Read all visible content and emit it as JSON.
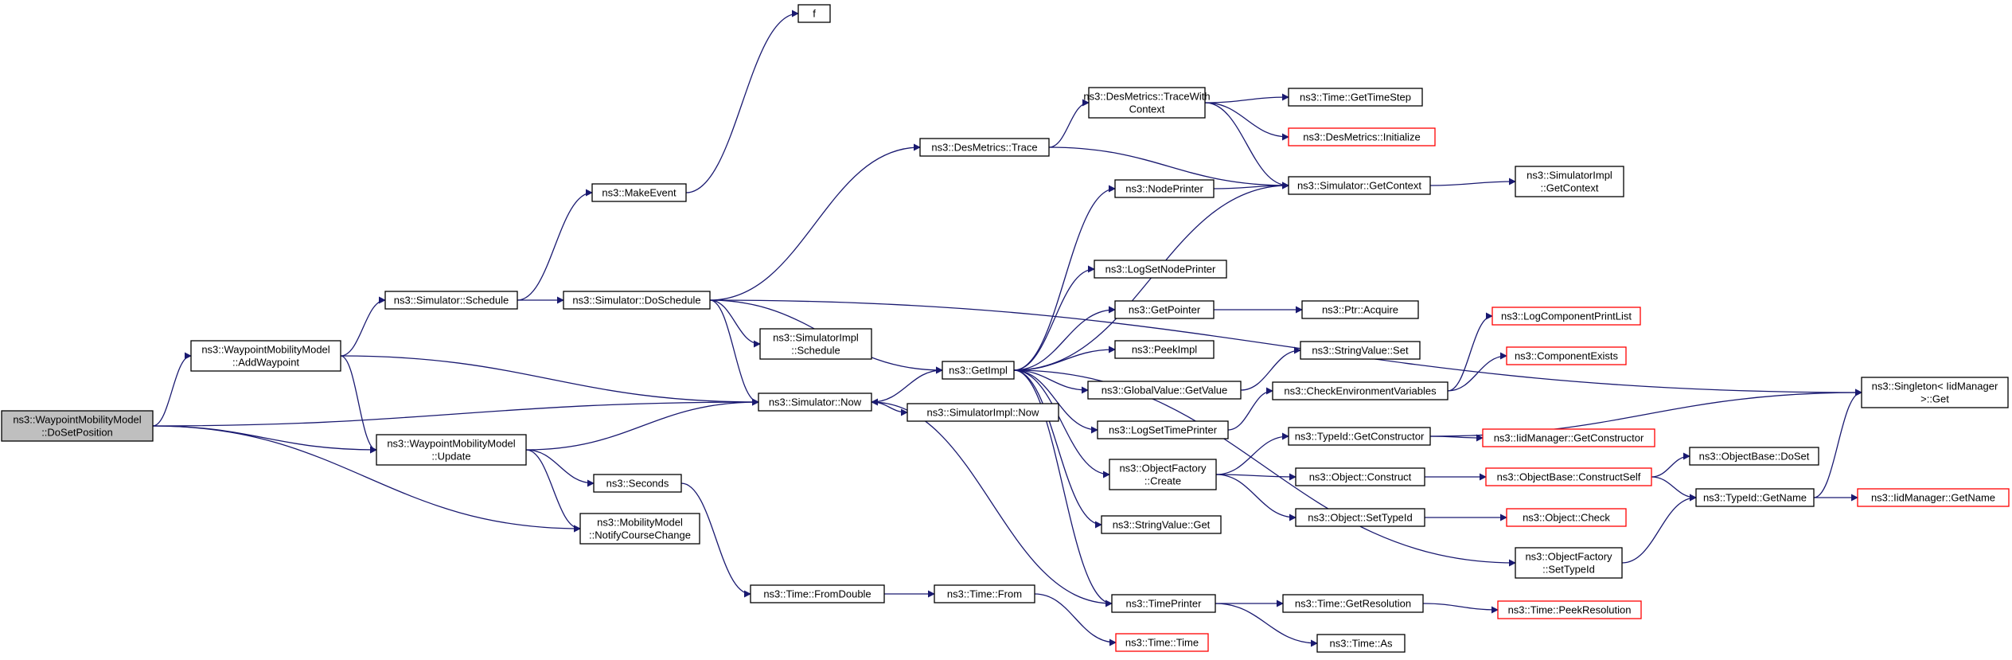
{
  "colors": {
    "edge": "#191970",
    "node_border": "#000000",
    "node_border_truncated": "#ff0000",
    "root_fill": "#bfbfbf",
    "node_fill": "#ffffff"
  },
  "nodes": [
    {
      "id": "root",
      "lines": [
        "ns3::WaypointMobilityModel",
        "::DoSetPosition"
      ],
      "style": "root"
    },
    {
      "id": "addwaypoint",
      "lines": [
        "ns3::WaypointMobilityModel",
        "::AddWaypoint"
      ],
      "style": "normal"
    },
    {
      "id": "update",
      "lines": [
        "ns3::WaypointMobilityModel",
        "::Update"
      ],
      "style": "normal"
    },
    {
      "id": "notify",
      "lines": [
        "ns3::MobilityModel",
        "::NotifyCourseChange"
      ],
      "style": "normal"
    },
    {
      "id": "schedule",
      "lines": [
        "ns3::Simulator::Schedule"
      ],
      "style": "normal"
    },
    {
      "id": "makeevent",
      "lines": [
        "ns3::MakeEvent"
      ],
      "style": "normal"
    },
    {
      "id": "f",
      "lines": [
        "f"
      ],
      "style": "normal"
    },
    {
      "id": "doschedule",
      "lines": [
        "ns3::Simulator::DoSchedule"
      ],
      "style": "normal"
    },
    {
      "id": "now",
      "lines": [
        "ns3::Simulator::Now"
      ],
      "style": "normal"
    },
    {
      "id": "seconds",
      "lines": [
        "ns3::Seconds"
      ],
      "style": "normal"
    },
    {
      "id": "fromdouble",
      "lines": [
        "ns3::Time::FromDouble"
      ],
      "style": "normal"
    },
    {
      "id": "from",
      "lines": [
        "ns3::Time::From"
      ],
      "style": "normal"
    },
    {
      "id": "time",
      "lines": [
        "ns3::Time::Time"
      ],
      "style": "red"
    },
    {
      "id": "destrace",
      "lines": [
        "ns3::DesMetrics::Trace"
      ],
      "style": "normal"
    },
    {
      "id": "simimplschedule",
      "lines": [
        "ns3::SimulatorImpl",
        "::Schedule"
      ],
      "style": "normal"
    },
    {
      "id": "getimpl",
      "lines": [
        "ns3::GetImpl"
      ],
      "style": "normal"
    },
    {
      "id": "simimplnow",
      "lines": [
        "ns3::SimulatorImpl::Now"
      ],
      "style": "normal"
    },
    {
      "id": "tracewithcontext",
      "lines": [
        "ns3::DesMetrics::TraceWith",
        "Context"
      ],
      "style": "normal"
    },
    {
      "id": "gettimestep",
      "lines": [
        "ns3::Time::GetTimeStep"
      ],
      "style": "normal"
    },
    {
      "id": "desinit",
      "lines": [
        "ns3::DesMetrics::Initialize"
      ],
      "style": "red"
    },
    {
      "id": "getcontext",
      "lines": [
        "ns3::Simulator::GetContext"
      ],
      "style": "normal"
    },
    {
      "id": "simimplgetcontext",
      "lines": [
        "ns3::SimulatorImpl",
        "::GetContext"
      ],
      "style": "normal"
    },
    {
      "id": "nodeprinter",
      "lines": [
        "ns3::NodePrinter"
      ],
      "style": "normal"
    },
    {
      "id": "logsetnodeprinter",
      "lines": [
        "ns3::LogSetNodePrinter"
      ],
      "style": "normal"
    },
    {
      "id": "getpointer",
      "lines": [
        "ns3::GetPointer"
      ],
      "style": "normal"
    },
    {
      "id": "ptracquire",
      "lines": [
        "ns3::Ptr::Acquire"
      ],
      "style": "normal"
    },
    {
      "id": "peekimpl",
      "lines": [
        "ns3::PeekImpl"
      ],
      "style": "normal"
    },
    {
      "id": "globalvalue",
      "lines": [
        "ns3::GlobalValue::GetValue"
      ],
      "style": "normal"
    },
    {
      "id": "stringvalueset",
      "lines": [
        "ns3::StringValue::Set"
      ],
      "style": "normal"
    },
    {
      "id": "checkenv",
      "lines": [
        "ns3::CheckEnvironmentVariables"
      ],
      "style": "normal"
    },
    {
      "id": "logcompprint",
      "lines": [
        "ns3::LogComponentPrintList"
      ],
      "style": "red"
    },
    {
      "id": "compexists",
      "lines": [
        "ns3::ComponentExists"
      ],
      "style": "red"
    },
    {
      "id": "logsettimeprinter",
      "lines": [
        "ns3::LogSetTimePrinter"
      ],
      "style": "normal"
    },
    {
      "id": "singleton",
      "lines": [
        "ns3::Singleton< IidManager",
        ">::Get"
      ],
      "style": "normal"
    },
    {
      "id": "typeidgetctor",
      "lines": [
        "ns3::TypeId::GetConstructor"
      ],
      "style": "normal"
    },
    {
      "id": "iidgetctor",
      "lines": [
        "ns3::IidManager::GetConstructor"
      ],
      "style": "red"
    },
    {
      "id": "objfactcreate",
      "lines": [
        "ns3::ObjectFactory",
        "::Create"
      ],
      "style": "normal"
    },
    {
      "id": "objconstruct",
      "lines": [
        "ns3::Object::Construct"
      ],
      "style": "normal"
    },
    {
      "id": "constructself",
      "lines": [
        "ns3::ObjectBase::ConstructSelf"
      ],
      "style": "red"
    },
    {
      "id": "objbasedoset",
      "lines": [
        "ns3::ObjectBase::DoSet"
      ],
      "style": "normal"
    },
    {
      "id": "typeidgetname",
      "lines": [
        "ns3::TypeId::GetName"
      ],
      "style": "normal"
    },
    {
      "id": "iidgetname",
      "lines": [
        "ns3::IidManager::GetName"
      ],
      "style": "red"
    },
    {
      "id": "objsettypeid",
      "lines": [
        "ns3::Object::SetTypeId"
      ],
      "style": "normal"
    },
    {
      "id": "objcheck",
      "lines": [
        "ns3::Object::Check"
      ],
      "style": "red"
    },
    {
      "id": "stringvalueget",
      "lines": [
        "ns3::StringValue::Get"
      ],
      "style": "normal"
    },
    {
      "id": "objfactsettypeid",
      "lines": [
        "ns3::ObjectFactory",
        "::SetTypeId"
      ],
      "style": "normal"
    },
    {
      "id": "timeprinter",
      "lines": [
        "ns3::TimePrinter"
      ],
      "style": "normal"
    },
    {
      "id": "getresolution",
      "lines": [
        "ns3::Time::GetResolution"
      ],
      "style": "normal"
    },
    {
      "id": "peekresolution",
      "lines": [
        "ns3::Time::PeekResolution"
      ],
      "style": "red"
    },
    {
      "id": "timeas",
      "lines": [
        "ns3::Time::As"
      ],
      "style": "normal"
    }
  ],
  "edges": [
    [
      "root",
      "addwaypoint"
    ],
    [
      "root",
      "now"
    ],
    [
      "root",
      "update"
    ],
    [
      "root",
      "notify"
    ],
    [
      "addwaypoint",
      "schedule"
    ],
    [
      "addwaypoint",
      "now"
    ],
    [
      "addwaypoint",
      "update"
    ],
    [
      "schedule",
      "makeevent"
    ],
    [
      "schedule",
      "doschedule"
    ],
    [
      "makeevent",
      "f"
    ],
    [
      "doschedule",
      "destrace"
    ],
    [
      "doschedule",
      "simimplschedule"
    ],
    [
      "doschedule",
      "getimpl"
    ],
    [
      "doschedule",
      "now"
    ],
    [
      "doschedule",
      "singleton"
    ],
    [
      "update",
      "now"
    ],
    [
      "update",
      "seconds"
    ],
    [
      "update",
      "notify"
    ],
    [
      "seconds",
      "fromdouble"
    ],
    [
      "fromdouble",
      "from"
    ],
    [
      "from",
      "time"
    ],
    [
      "now",
      "getimpl"
    ],
    [
      "now",
      "simimplnow"
    ],
    [
      "destrace",
      "tracewithcontext"
    ],
    [
      "destrace",
      "getcontext"
    ],
    [
      "tracewithcontext",
      "gettimestep"
    ],
    [
      "tracewithcontext",
      "desinit"
    ],
    [
      "tracewithcontext",
      "getcontext"
    ],
    [
      "getcontext",
      "simimplgetcontext"
    ],
    [
      "getimpl",
      "nodeprinter"
    ],
    [
      "getimpl",
      "getcontext"
    ],
    [
      "getimpl",
      "logsetnodeprinter"
    ],
    [
      "getimpl",
      "getpointer"
    ],
    [
      "getimpl",
      "peekimpl"
    ],
    [
      "getimpl",
      "globalvalue"
    ],
    [
      "getimpl",
      "logsettimeprinter"
    ],
    [
      "getimpl",
      "objfactcreate"
    ],
    [
      "getimpl",
      "stringvalueget"
    ],
    [
      "getimpl",
      "objfactsettypeid"
    ],
    [
      "getimpl",
      "timeprinter"
    ],
    [
      "nodeprinter",
      "getcontext"
    ],
    [
      "getpointer",
      "ptracquire"
    ],
    [
      "globalvalue",
      "stringvalueset"
    ],
    [
      "logsettimeprinter",
      "checkenv"
    ],
    [
      "checkenv",
      "logcompprint"
    ],
    [
      "checkenv",
      "compexists"
    ],
    [
      "objfactcreate",
      "typeidgetctor"
    ],
    [
      "objfactcreate",
      "objconstruct"
    ],
    [
      "objfactcreate",
      "objsettypeid"
    ],
    [
      "typeidgetctor",
      "iidgetctor"
    ],
    [
      "typeidgetctor",
      "singleton"
    ],
    [
      "objconstruct",
      "constructself"
    ],
    [
      "constructself",
      "objbasedoset"
    ],
    [
      "constructself",
      "typeidgetname"
    ],
    [
      "typeidgetname",
      "iidgetname"
    ],
    [
      "typeidgetname",
      "singleton"
    ],
    [
      "objsettypeid",
      "objcheck"
    ],
    [
      "objfactsettypeid",
      "typeidgetname"
    ],
    [
      "timeprinter",
      "getresolution"
    ],
    [
      "timeprinter",
      "timeas"
    ],
    [
      "timeprinter",
      "now"
    ],
    [
      "getresolution",
      "peekresolution"
    ]
  ]
}
